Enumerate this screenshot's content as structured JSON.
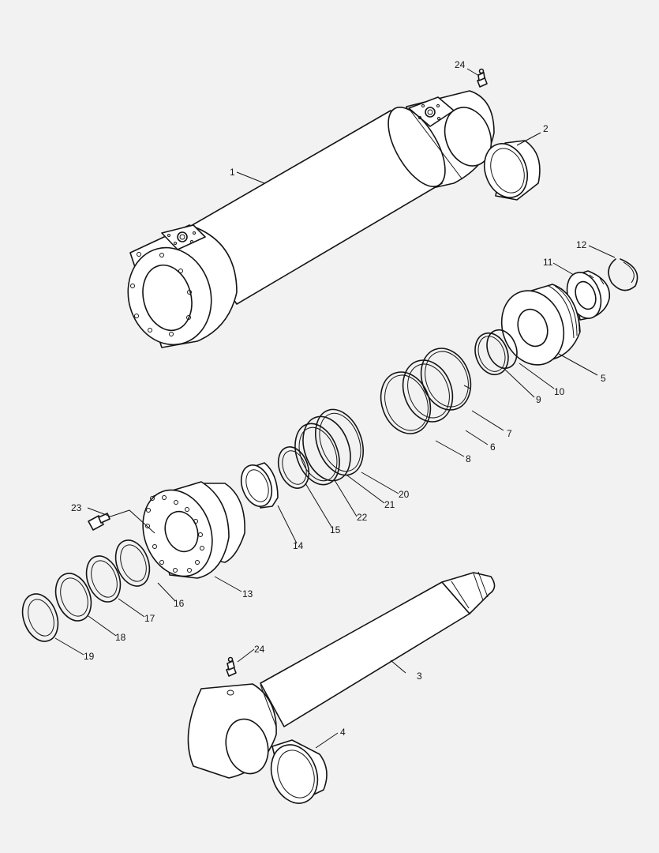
{
  "callouts": [
    {
      "id": "c1",
      "text": "1"
    },
    {
      "id": "c2",
      "text": "2"
    },
    {
      "id": "c3",
      "text": "3"
    },
    {
      "id": "c4",
      "text": "4"
    },
    {
      "id": "c5",
      "text": "5"
    },
    {
      "id": "c6",
      "text": "6"
    },
    {
      "id": "c7",
      "text": "7"
    },
    {
      "id": "c8",
      "text": "8"
    },
    {
      "id": "c9",
      "text": "9"
    },
    {
      "id": "c10",
      "text": "10"
    },
    {
      "id": "c11",
      "text": "11"
    },
    {
      "id": "c12",
      "text": "12"
    },
    {
      "id": "c13",
      "text": "13"
    },
    {
      "id": "c14",
      "text": "14"
    },
    {
      "id": "c15",
      "text": "15"
    },
    {
      "id": "c16",
      "text": "16"
    },
    {
      "id": "c17",
      "text": "17"
    },
    {
      "id": "c18",
      "text": "18"
    },
    {
      "id": "c19",
      "text": "19"
    },
    {
      "id": "c20",
      "text": "20"
    },
    {
      "id": "c21",
      "text": "21"
    },
    {
      "id": "c22",
      "text": "22"
    },
    {
      "id": "c23",
      "text": "23"
    },
    {
      "id": "c24a",
      "text": "24"
    },
    {
      "id": "c24b",
      "text": "24"
    }
  ]
}
